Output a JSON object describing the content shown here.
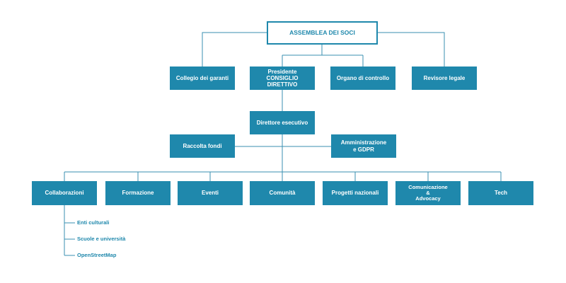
{
  "assembly": "ASSEMBLEA DEI SOCI",
  "level2": {
    "collegio": "Collegio dei garanti",
    "presidente": "Presidente\nCONSIGLIO DIRETTIVO",
    "organo": "Organo di controllo",
    "revisore": "Revisore legale"
  },
  "direttore": "Direttore esecutivo",
  "staff": {
    "raccolta": "Raccolta fondi",
    "amministrazione": "Amministrazione\ne GDPR"
  },
  "areas": {
    "collaborazioni": "Collaborazioni",
    "formazione": "Formazione",
    "eventi": "Eventi",
    "comunita": "Comunità",
    "progetti": "Progetti nazionali",
    "comunicazione": "Comunicazione\n&\nAdvocacy",
    "tech": "Tech"
  },
  "collaborazioni_items": [
    "Enti culturali",
    "Scuole e università",
    "OpenStreetMap"
  ],
  "colors": {
    "box": "#1f88ac",
    "line": "#3a8fb0",
    "background": "#ffffff"
  }
}
